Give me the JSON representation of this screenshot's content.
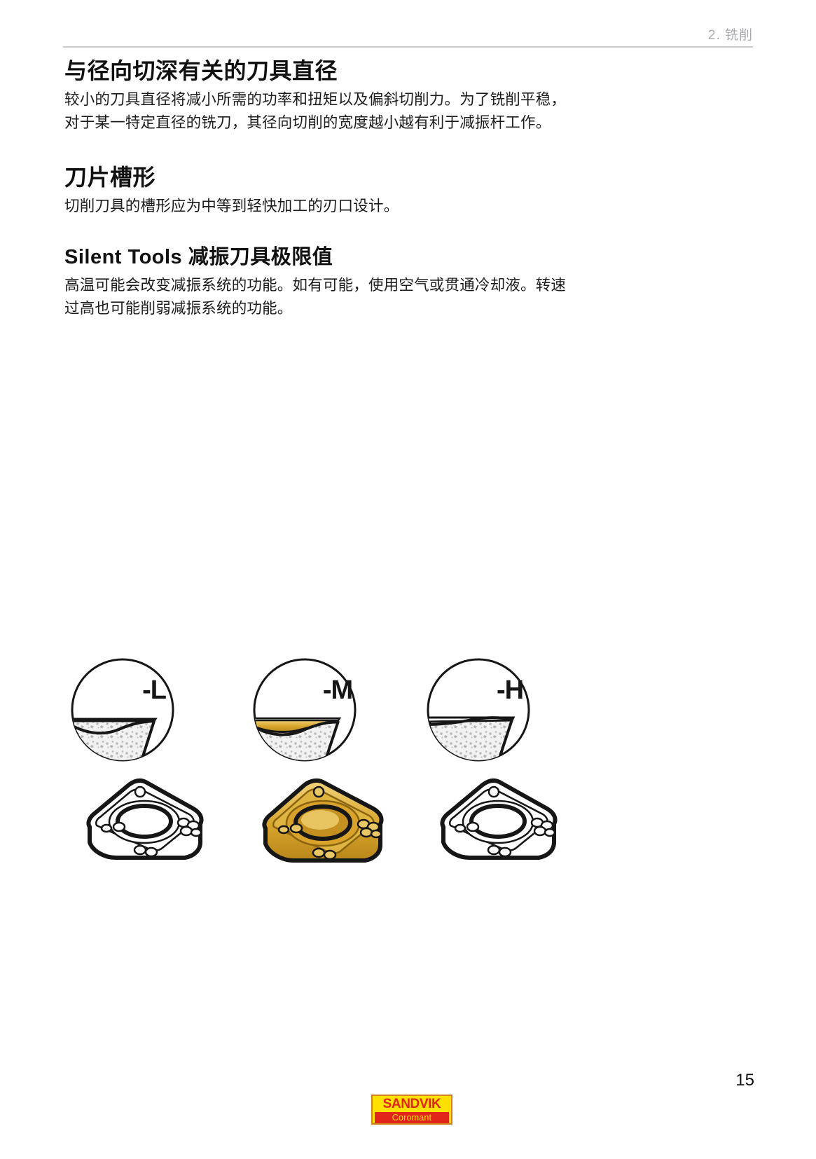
{
  "header": {
    "chapter_label": "2. 铣削"
  },
  "sections": [
    {
      "title": "与径向切深有关的刀具直径",
      "body": "较小的刀具直径将减小所需的功率和扭矩以及偏斜切削力。为了铣削平稳，对于某一特定直径的铣刀，其径向切削的宽度越小越有利于减振杆工作。"
    },
    {
      "title": "刀片槽形",
      "body": "切削刀具的槽形应为中等到轻快加工的刃口设计。"
    },
    {
      "title": "Silent Tools 减振刀具极限值",
      "body": "高温可能会改变减振系统的功能。如有可能，使用空气或贯通冷却液。转速过高也可能削弱减振系统的功能。"
    }
  ],
  "illustration": {
    "caption": "",
    "inserts": [
      {
        "label": "-L",
        "geometry": "light-machining-geometry",
        "coated": false
      },
      {
        "label": "-M",
        "geometry": "medium-machining-geometry",
        "coated": true
      },
      {
        "label": "-H",
        "geometry": "heavy-machining-geometry",
        "coated": false
      }
    ]
  },
  "footer": {
    "brand_primary": "SANDVIK",
    "brand_secondary": "Coromant",
    "page_number": "15"
  },
  "colors": {
    "brand_yellow": "#ffe000",
    "brand_red": "#e1251b",
    "insert_gold": "#d9a126",
    "rule_gray": "#c9cbd0",
    "header_gray": "#a8aab0",
    "carbide_gray": "#b6b6b6"
  }
}
